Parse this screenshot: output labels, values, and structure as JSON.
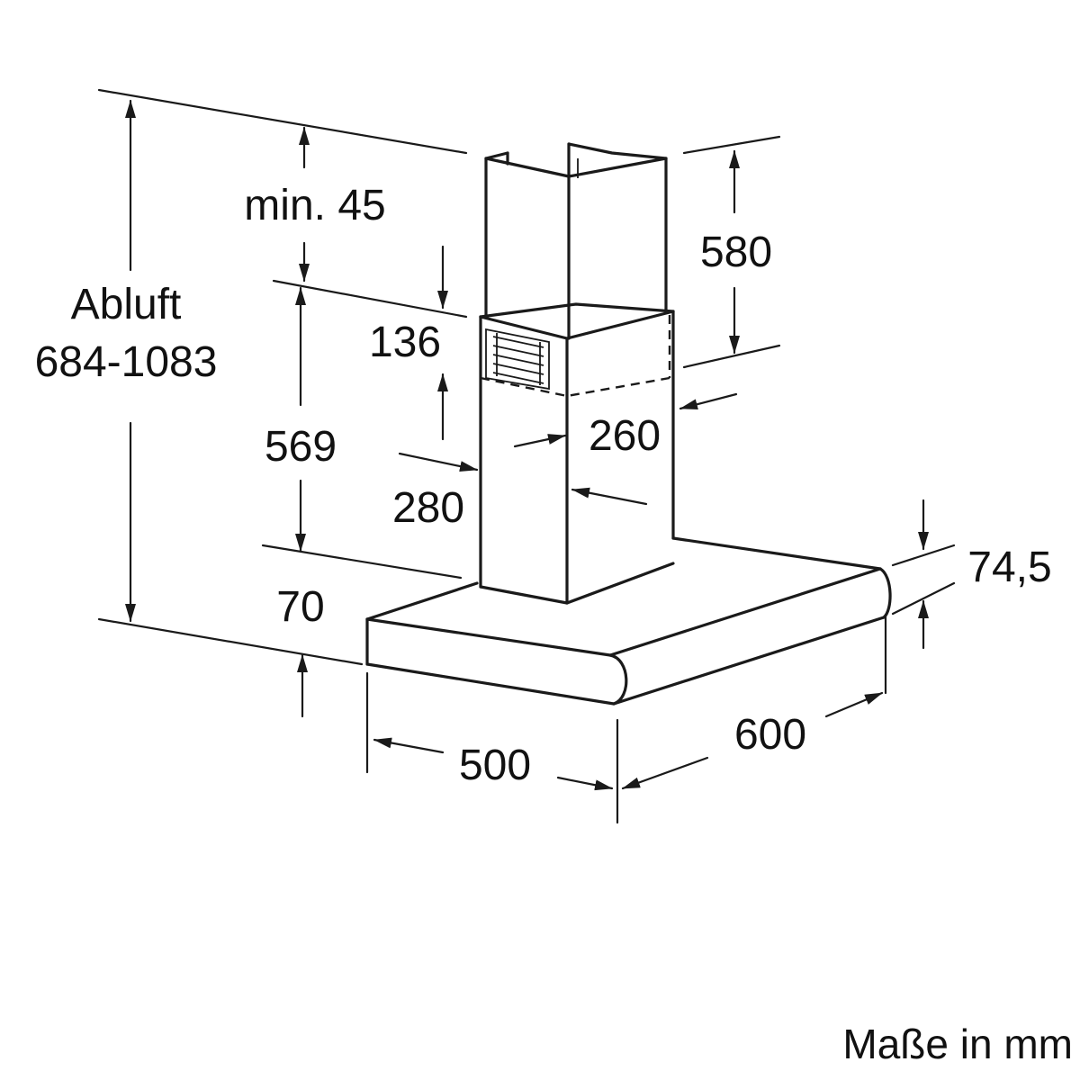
{
  "labels": {
    "abluft_title": "Abluft",
    "abluft_range": "684-1083",
    "min_gap": "min. 45",
    "dim_136": "136",
    "dim_569": "569",
    "dim_280": "280",
    "dim_70": "70",
    "dim_580": "580",
    "dim_260": "260",
    "dim_74_5": "74,5",
    "dim_500": "500",
    "dim_600": "600"
  },
  "footer": {
    "units_note": "Maße in mm"
  }
}
